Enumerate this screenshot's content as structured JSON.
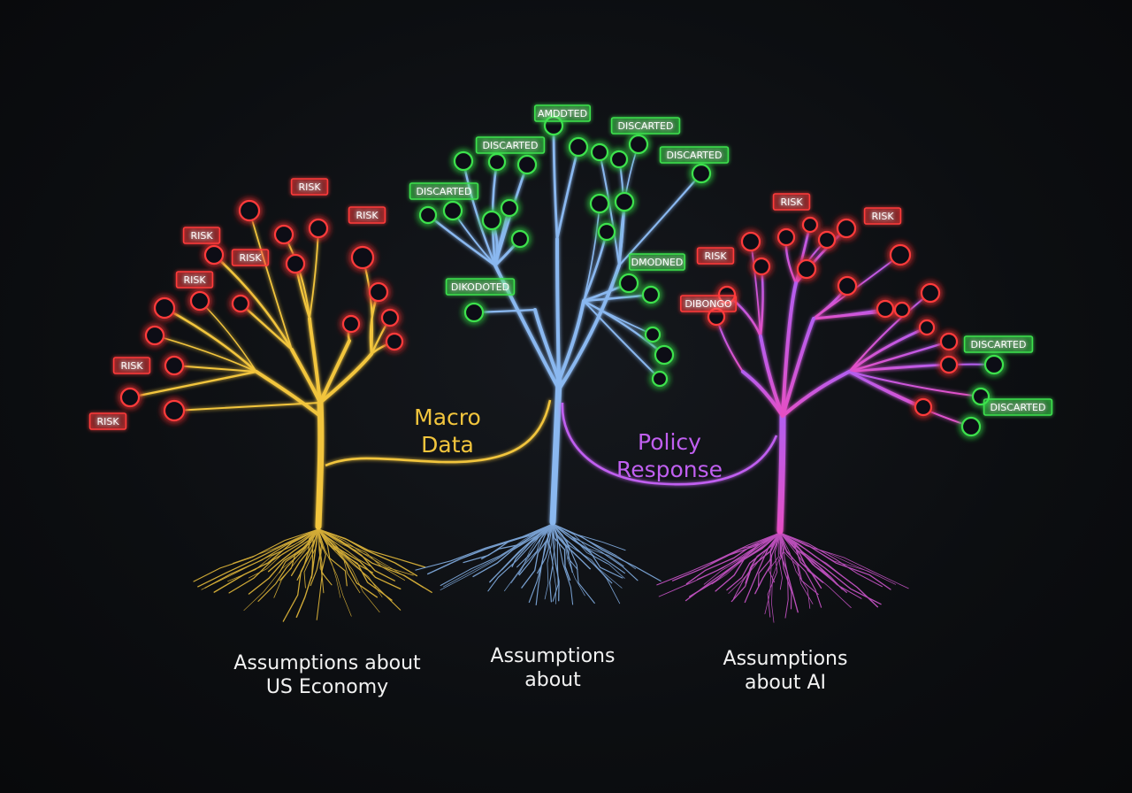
{
  "colors": {
    "economy": "#f2c53d",
    "center": "#8ab8f0",
    "ai": "#c05ff0",
    "risk": "#ff3b3b",
    "discarded": "#3ee24e"
  },
  "trees": [
    {
      "key": "economy",
      "label_lines": [
        "Assumptions about",
        "US Economy"
      ]
    },
    {
      "key": "center",
      "label_lines": [
        "Assumptions",
        "about"
      ]
    },
    {
      "key": "ai",
      "label_lines": [
        "Assumptions",
        "about AI"
      ]
    }
  ],
  "connectors": [
    {
      "key": "macro",
      "color": "#f2c53d",
      "label_lines": [
        "Macro",
        "Data"
      ]
    },
    {
      "key": "policy",
      "color": "#c05ff0",
      "label_lines": [
        "Policy",
        "Response"
      ]
    }
  ],
  "tags": {
    "economy": [
      "RISK",
      "RISK",
      "RISK",
      "RISK",
      "RISK",
      "RISK",
      "RISK"
    ],
    "center": [
      "AMDDTED",
      "DISCARTED",
      "DISCARTED",
      "DISCARTED",
      "DISCARTED",
      "DIKODOTED",
      "DMODNED"
    ],
    "ai": [
      "RISK",
      "RISK",
      "RISK",
      "DIBONGO",
      "DISCARTED",
      "DISCARTED"
    ]
  }
}
